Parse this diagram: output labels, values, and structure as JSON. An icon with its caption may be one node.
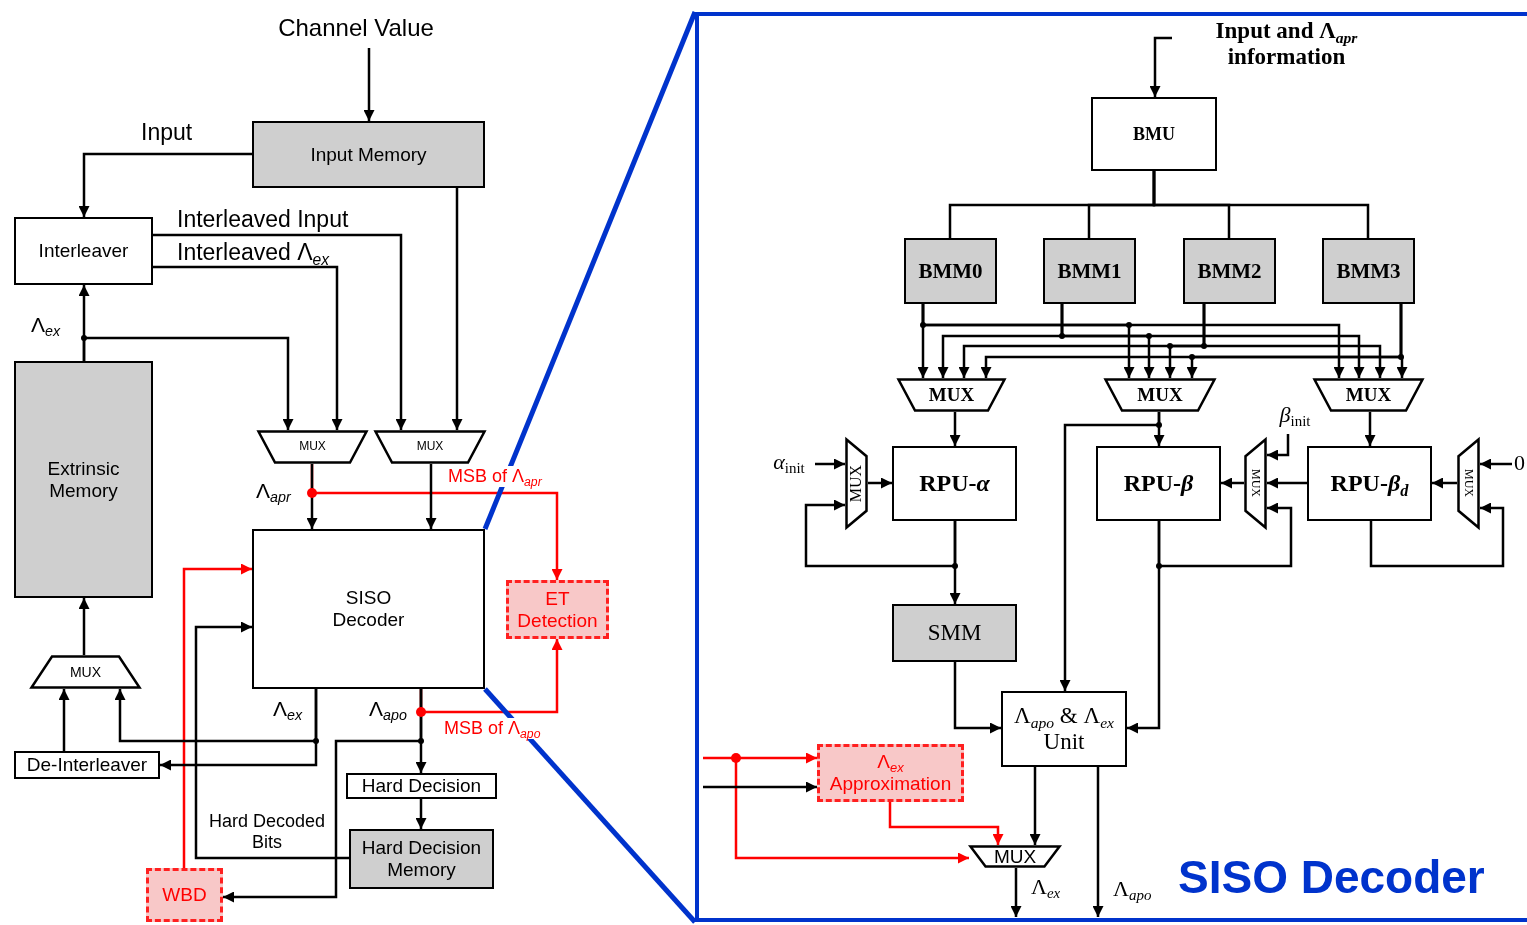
{
  "diagram": {
    "nodes": [
      {
        "text": [
          "Channel Value"
        ]
      },
      {
        "text": [
          "Input Memory"
        ]
      },
      {
        "text": [
          "Interleaver"
        ]
      },
      {
        "text": [
          "Extrinsic Memory"
        ]
      },
      {
        "text": [
          "MUX"
        ]
      },
      {
        "text": [
          "MUX"
        ]
      },
      {
        "text": [
          "SISO Decoder"
        ]
      },
      {
        "text": [
          "ET Detection"
        ]
      },
      {
        "text": [
          "MUX"
        ]
      },
      {
        "text": [
          "De-Interleaver"
        ]
      },
      {
        "text": [
          "Hard Decision"
        ]
      },
      {
        "text": [
          "Hard Decision Memory"
        ]
      },
      {
        "text": [
          "WBD"
        ]
      },
      {
        "text": [
          "SISO Decoder"
        ]
      },
      {
        "text": [
          "Input and Λ$_{apr}$ information"
        ],
        "in": 13
      },
      {
        "text": [
          "BMU"
        ],
        "in": 13
      },
      {
        "text": [
          "BMM0"
        ],
        "in": 13
      },
      {
        "text": [
          "BMM1"
        ],
        "in": 13
      },
      {
        "text": [
          "BMM2"
        ],
        "in": 13
      },
      {
        "text": [
          "BMM3"
        ],
        "in": 13
      },
      {
        "text": [
          "MUX"
        ],
        "in": 13
      },
      {
        "text": [
          "MUX"
        ],
        "in": 13
      },
      {
        "text": [
          "MUX"
        ],
        "in": 13
      },
      {
        "text": [
          "RPU-*α*"
        ],
        "in": 13
      },
      {
        "text": [
          "RPU-*β*"
        ],
        "in": 13
      },
      {
        "text": [
          "RPU-*β*$_{d}$"
        ],
        "in": 13
      },
      {
        "text": [
          "MUX"
        ],
        "in": 13
      },
      {
        "text": [
          "MUX"
        ],
        "in": 13
      },
      {
        "text": [
          "MUX"
        ],
        "in": 13
      },
      {
        "text": [
          "*α*$_{init}$"
        ],
        "in": 13
      },
      {
        "text": [
          "*β*$_{init}$"
        ],
        "in": 13
      },
      {
        "text": [
          "0"
        ],
        "in": 13
      },
      {
        "text": [
          "SMM"
        ],
        "in": 13
      },
      {
        "text": [
          "Λ$_{apo}$ & Λ$_{ex}$ Unit"
        ],
        "in": 13
      },
      {
        "text": [
          "Λ$_{ex}$ Approximation"
        ],
        "in": 13
      },
      {
        "text": [
          "MUX"
        ],
        "in": 13
      }
    ],
    "edges": [
      {
        "from": 0,
        "to": 1,
        "arrow": "to"
      },
      {
        "from": 1,
        "to": 2,
        "arrow": "to",
        "label": "Input"
      },
      {
        "from": 2,
        "to": 5,
        "arrow": "to",
        "label": "Interleaved Input"
      },
      {
        "from": 2,
        "to": 4,
        "arrow": "to",
        "label": "Interleaved Λ$_{ex}$"
      },
      {
        "from": 1,
        "to": 5,
        "arrow": "to"
      },
      {
        "from": 3,
        "to": 2,
        "arrow": "to",
        "label": "Λ$_{ex}$"
      },
      {
        "from": 3,
        "to": 4,
        "arrow": "to"
      },
      {
        "from": 4,
        "to": 6,
        "arrow": "to",
        "label": "Λ$_{apr}$"
      },
      {
        "from": 4,
        "to": 7,
        "arrow": "to",
        "label": "MSB of Λ$_{apr}$",
        "color": "#ff0000"
      },
      {
        "from": 5,
        "to": 6,
        "arrow": "to"
      },
      {
        "from": 6,
        "to": 9,
        "arrow": "to",
        "label": "Λ$_{ex}$"
      },
      {
        "from": 6,
        "to": 8,
        "arrow": "to"
      },
      {
        "from": 6,
        "to": 10,
        "arrow": "to",
        "label": "Λ$_{apo}$"
      },
      {
        "from": 6,
        "to": 7,
        "arrow": "to",
        "label": "MSB of Λ$_{apo}$",
        "color": "#ff0000"
      },
      {
        "from": 6,
        "to": 12,
        "arrow": "to"
      },
      {
        "from": 10,
        "to": 11,
        "arrow": "to"
      },
      {
        "from": 11,
        "to": 6,
        "arrow": "to",
        "label": "Hard Decoded Bits"
      },
      {
        "from": 12,
        "to": 6,
        "arrow": "to",
        "color": "#ff0000"
      },
      {
        "from": 9,
        "to": 8,
        "arrow": "to"
      },
      {
        "from": 8,
        "to": 3,
        "arrow": "to"
      },
      {
        "from": 6,
        "to": 13,
        "arrow": "none",
        "style": "thick",
        "color": "#0033cc"
      },
      {
        "from": 6,
        "to": 13,
        "arrow": "none",
        "style": "thick",
        "color": "#0033cc"
      },
      {
        "from": 14,
        "to": 15,
        "arrow": "to"
      },
      {
        "from": 15,
        "to": 16,
        "arrow": "none"
      },
      {
        "from": 15,
        "to": 17,
        "arrow": "none"
      },
      {
        "from": 15,
        "to": 18,
        "arrow": "none"
      },
      {
        "from": 15,
        "to": 19,
        "arrow": "none"
      },
      {
        "from": 16,
        "to": 20,
        "arrow": "to"
      },
      {
        "from": 16,
        "to": 21,
        "arrow": "to"
      },
      {
        "from": 16,
        "to": 22,
        "arrow": "to"
      },
      {
        "from": 17,
        "to": 20,
        "arrow": "to"
      },
      {
        "from": 17,
        "to": 21,
        "arrow": "to"
      },
      {
        "from": 17,
        "to": 22,
        "arrow": "to"
      },
      {
        "from": 18,
        "to": 20,
        "arrow": "to"
      },
      {
        "from": 18,
        "to": 21,
        "arrow": "to"
      },
      {
        "from": 18,
        "to": 22,
        "arrow": "to"
      },
      {
        "from": 19,
        "to": 20,
        "arrow": "to"
      },
      {
        "from": 19,
        "to": 21,
        "arrow": "to"
      },
      {
        "from": 19,
        "to": 22,
        "arrow": "to"
      },
      {
        "from": 20,
        "to": 23,
        "arrow": "to"
      },
      {
        "from": 21,
        "to": 24,
        "arrow": "to"
      },
      {
        "from": 21,
        "to": 33,
        "arrow": "to"
      },
      {
        "from": 22,
        "to": 25,
        "arrow": "to"
      },
      {
        "from": 29,
        "to": 26,
        "arrow": "to"
      },
      {
        "from": 26,
        "to": 23,
        "arrow": "to"
      },
      {
        "from": 23,
        "to": 26,
        "arrow": "to"
      },
      {
        "from": 23,
        "to": 32,
        "arrow": "to"
      },
      {
        "from": 32,
        "to": 33,
        "arrow": "to"
      },
      {
        "from": 24,
        "to": 33,
        "arrow": "to"
      },
      {
        "from": 24,
        "to": 27,
        "arrow": "to"
      },
      {
        "from": 27,
        "to": 24,
        "arrow": "to"
      },
      {
        "from": 25,
        "to": 27,
        "arrow": "to"
      },
      {
        "from": 30,
        "to": 27,
        "arrow": "to"
      },
      {
        "from": 28,
        "to": 25,
        "arrow": "to"
      },
      {
        "from": 25,
        "to": 28,
        "arrow": "to"
      },
      {
        "from": 31,
        "to": 28,
        "arrow": "to"
      },
      {
        "from": 33,
        "to": 35,
        "arrow": "to"
      },
      {
        "from": 33,
        "to": null,
        "arrow": "to",
        "label": "Λ$_{apo}$"
      },
      {
        "from": 35,
        "to": null,
        "arrow": "to",
        "label": "Λ$_{ex}$"
      },
      {
        "from": 34,
        "to": 35,
        "arrow": "to",
        "color": "#ff0000"
      },
      {
        "from": null,
        "to": 34,
        "arrow": "to",
        "color": "#ff0000"
      },
      {
        "from": null,
        "to": 35,
        "arrow": "to",
        "color": "#ff0000"
      },
      {
        "from": null,
        "to": 34,
        "arrow": "to"
      }
    ]
  }
}
